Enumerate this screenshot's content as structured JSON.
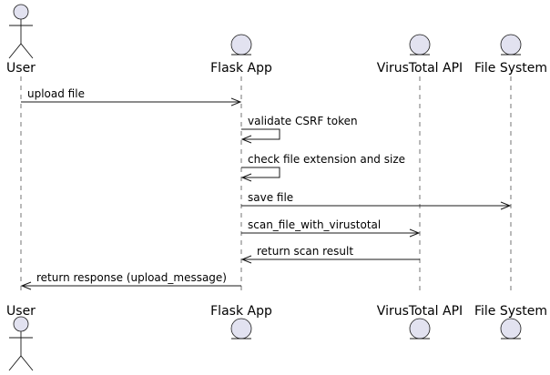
{
  "diagram": {
    "type": "sequence",
    "participants": [
      {
        "id": "user",
        "name": "User",
        "shape": "actor"
      },
      {
        "id": "flask",
        "name": "Flask App",
        "shape": "entity"
      },
      {
        "id": "vt",
        "name": "VirusTotal API",
        "shape": "entity"
      },
      {
        "id": "fs",
        "name": "File System",
        "shape": "entity"
      }
    ],
    "messages": [
      {
        "from": "user",
        "to": "flask",
        "label": "upload file"
      },
      {
        "from": "flask",
        "to": "flask",
        "label": "validate CSRF token"
      },
      {
        "from": "flask",
        "to": "flask",
        "label": "check file extension and size"
      },
      {
        "from": "flask",
        "to": "fs",
        "label": "save file"
      },
      {
        "from": "flask",
        "to": "vt",
        "label": "scan_file_with_virustotal"
      },
      {
        "from": "vt",
        "to": "flask",
        "label": "return scan result"
      },
      {
        "from": "flask",
        "to": "user",
        "label": "return response (upload_message)"
      }
    ],
    "colors": {
      "participant_fill": "#E2E2F0",
      "line": "#181818",
      "text": "#000000"
    }
  }
}
